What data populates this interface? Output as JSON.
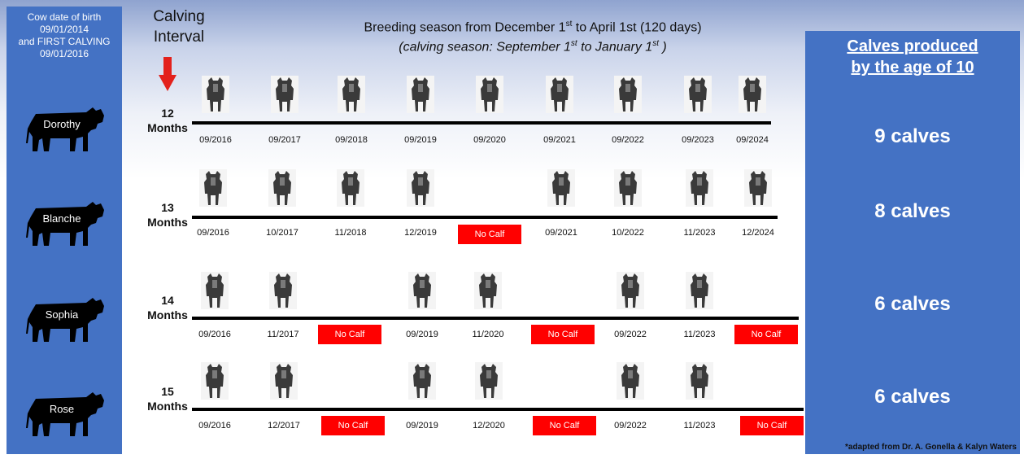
{
  "left_panel": {
    "title": "Cow date of birth\n09/01/2014\nand FIRST CALVING\n09/01/2016",
    "cows": [
      "Dorothy",
      "Blanche",
      "Sophia",
      "Rose"
    ]
  },
  "calving_interval_label": "Calving\nInterval",
  "header": {
    "line1_pre": "Breeding season from December 1",
    "line1_sup": "st",
    "line1_post": " to April 1st (120 days)",
    "line2_pre": "(calving season: September 1",
    "line2_sup1": "st",
    "line2_mid": " to January 1",
    "line2_sup2": "st",
    "line2_post": " )"
  },
  "right_panel": {
    "title": "Calves produced\nby the age of 10",
    "counts": [
      "9 calves",
      "8 calves",
      "6 calves",
      "6 calves"
    ]
  },
  "no_calf_label": "No Calf",
  "rows": [
    {
      "interval": "12\nMonths",
      "items": [
        "09/2016",
        "09/2017",
        "09/2018",
        "09/2019",
        "09/2020",
        "09/2021",
        "09/2022",
        "09/2023",
        "09/2024"
      ],
      "calves": [
        true,
        true,
        true,
        true,
        true,
        true,
        true,
        true,
        true
      ]
    },
    {
      "interval": "13\nMonths",
      "items": [
        "09/2016",
        "10/2017",
        "11/2018",
        "12/2019",
        "No Calf",
        "09/2021",
        "10/2022",
        "11/2023",
        "12/2024"
      ],
      "calves": [
        true,
        true,
        true,
        true,
        false,
        true,
        true,
        true,
        true
      ]
    },
    {
      "interval": "14\nMonths",
      "items": [
        "09/2016",
        "11/2017",
        "No Calf",
        "09/2019",
        "11/2020",
        "No Calf",
        "09/2022",
        "11/2023",
        "No Calf"
      ],
      "calves": [
        true,
        true,
        false,
        true,
        true,
        false,
        true,
        true,
        false
      ]
    },
    {
      "interval": "15\nMonths",
      "items": [
        "09/2016",
        "12/2017",
        "No Calf",
        "09/2019",
        "12/2020",
        "No Calf",
        "09/2022",
        "11/2023",
        "No Calf"
      ],
      "calves": [
        true,
        true,
        false,
        true,
        true,
        false,
        true,
        true,
        false
      ]
    }
  ],
  "footnote": "*adapted from Dr. A. Gonella & Kalyn Waters",
  "colors": {
    "panel": "#4472c4",
    "no_calf": "#ff0000",
    "arrow": "#e3211c"
  }
}
